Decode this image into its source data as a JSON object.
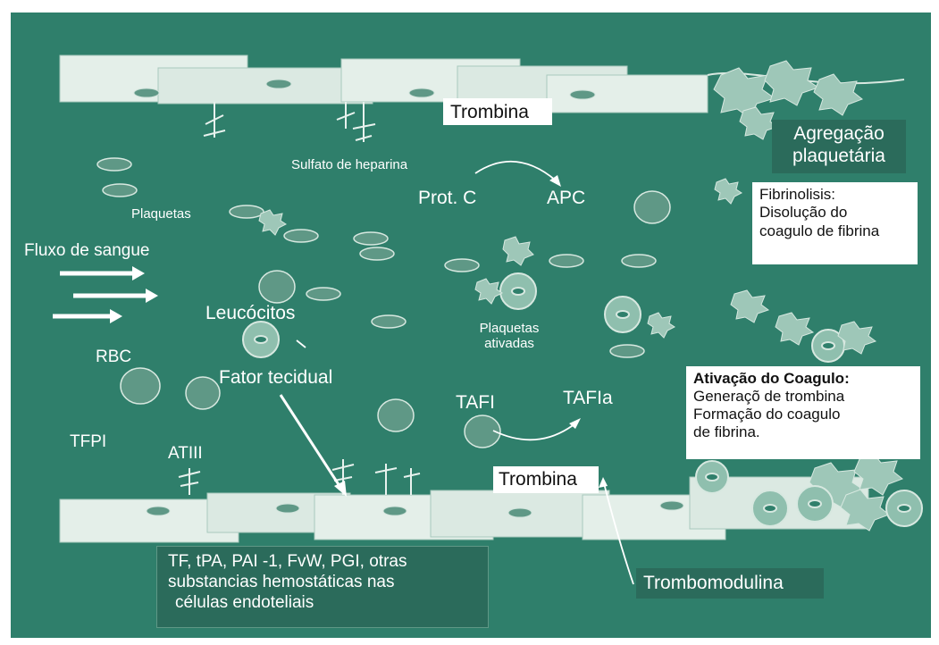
{
  "labels": {
    "trombina_top": "Trombina",
    "trombina_bottom": "Trombina",
    "agregacao_line1": "Agregação",
    "agregacao_line2": "plaquetária",
    "fibrinolisis_line1": "Fibrinolisis:",
    "fibrinolisis_line2": "Disolução do",
    "fibrinolisis_line3": "coagulo de fibrina",
    "sulfato": "Sulfato de heparina",
    "prot_c": "Prot. C",
    "apc": "APC",
    "plaquetas": "Plaquetas",
    "fluxo": "Fluxo de sangue",
    "leucocitos": "Leucócitos",
    "plaquetas_ativadas_line1": "Plaquetas",
    "plaquetas_ativadas_line2": "ativadas",
    "rbc": "RBC",
    "fator_tecidual": "Fator tecidual",
    "tafi": "TAFI",
    "tafia": "TAFIa",
    "tfpi": "TFPI",
    "atiii": "ATIII",
    "ativacao_title": "Ativação do Coagulo:",
    "ativacao_line1": "Generaçõ de trombina",
    "ativacao_line2": "Formação do coagulo",
    "ativacao_line3": "de fibrina.",
    "endothelial_line1": "TF, tPA, PAI -1, FvW, PGI, otras",
    "endothelial_line2": "substancias hemostáticas nas",
    "endothelial_line3": "células endoteliais",
    "trombomodulina": "Trombomodulina"
  },
  "colors": {
    "background": "#2f7f6b",
    "vessel_wall": "#e4efe9",
    "cell": "#5f9886",
    "platelet": "#9ec7b8",
    "text": "#ffffff"
  }
}
